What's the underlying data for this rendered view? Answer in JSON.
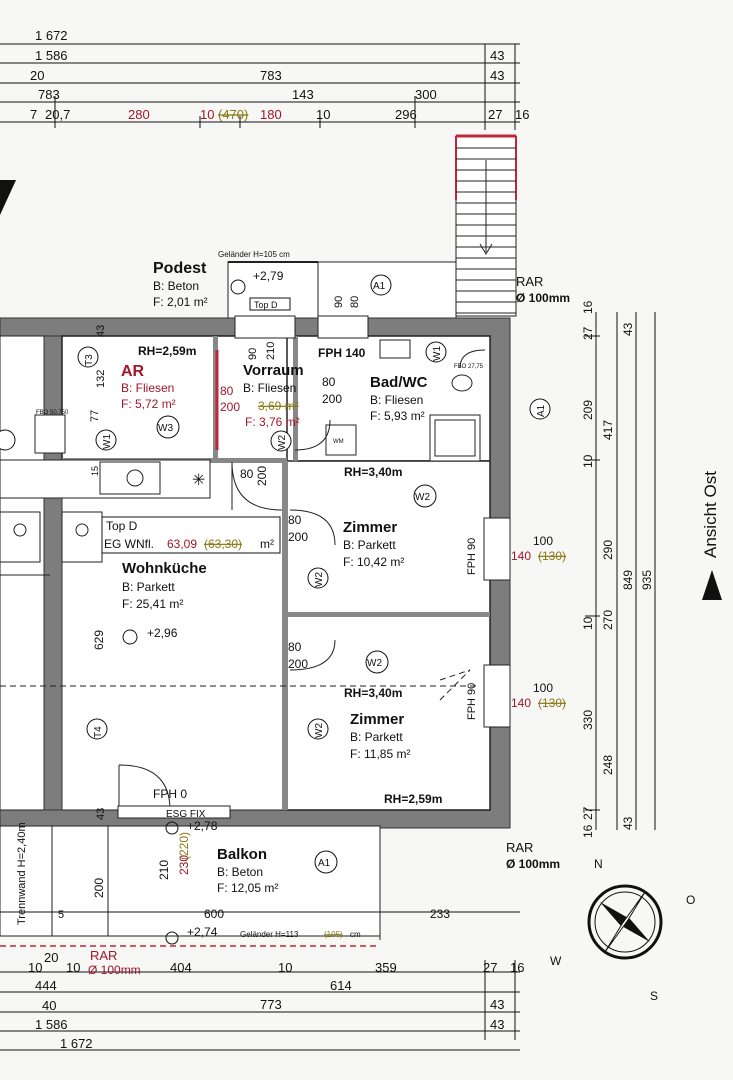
{
  "dims_top": [
    "1 672",
    "1 586",
    "43",
    "20",
    "783",
    "43",
    "783",
    "143",
    "300",
    "7",
    "20,7",
    "280",
    "10",
    "(470)",
    "180",
    "10",
    "296",
    "27",
    "16"
  ],
  "dims_bottom": [
    "20",
    "RAR",
    "Ø 100mm",
    "10",
    "10",
    "404",
    "10",
    "359",
    "27",
    "16",
    "444",
    "614",
    "40",
    "773",
    "43",
    "1 586",
    "43",
    "1 672"
  ],
  "dims_right": [
    "27",
    "16",
    "43",
    "209",
    "417",
    "10",
    "290",
    "849",
    "935",
    "10",
    "270",
    "330",
    "248",
    "16",
    "27",
    "43"
  ],
  "rooms": {
    "podest": {
      "name": "Podest",
      "material": "B: Beton",
      "area": "F: 2,01 m²",
      "level": "+2,79",
      "rail": "Geländer H=105 cm",
      "td": "Top D"
    },
    "ar": {
      "name": "AR",
      "material": "B: Fliesen",
      "area": "F: 5,72 m²",
      "rh": "RH=2,59m"
    },
    "vorraum": {
      "name": "Vorraum",
      "material": "B: Fliesen",
      "old": "200",
      "area_old": "3,69 m²",
      "area": "F: 3,76 m²",
      "d1": "80",
      "d2": "200"
    },
    "bad": {
      "name": "Bad/WC",
      "material": "B: Fliesen",
      "area": "F: 5,93 m²",
      "rh": "FPH 140",
      "fbo": "FBO 27,75",
      "d1": "80",
      "d2": "200"
    },
    "zimmer1": {
      "name": "Zimmer",
      "material": "B: Parkett",
      "area": "F: 10,42 m²",
      "rh": "RH=3,40m",
      "d1": "80",
      "d2": "200",
      "win": "100",
      "win_new": "140",
      "win_old": "(130)",
      "fph": "FPH 90"
    },
    "zimmer2": {
      "name": "Zimmer",
      "material": "B: Parkett",
      "area": "F: 11,85 m²",
      "rh": "RH=3,40m",
      "rh2": "RH=2,59m",
      "d1": "80",
      "d2": "200",
      "win": "100",
      "win_new": "140",
      "win_old": "(130)",
      "fph": "FPH 90"
    },
    "wohnkueche": {
      "name": "Wohnküche",
      "material": "B: Parkett",
      "area": "F: 25,41 m²",
      "level": "+2,96",
      "top": "Top D",
      "wnfl": "EG WNfl.",
      "wnfl_val": "63,09",
      "wnfl_old": "(63,30)",
      "wnfl_unit": "m²",
      "fph": "FPH 0",
      "d1": "80",
      "d2": "200",
      "h629": "629"
    },
    "balkon": {
      "name": "Balkon",
      "material": "B: Beton",
      "area": "F: 12,05 m²",
      "esg": "ESG FIX",
      "level": "+2,78",
      "level2": "+2,74",
      "rail": "Geländer H=113",
      "rail_old": "(105)",
      "rail_unit": "cm",
      "w": "600",
      "w2": "233",
      "h210": "210",
      "h230": "230",
      "h220": "(220)",
      "h200": "200"
    }
  },
  "labels": {
    "rar_top": "RAR",
    "rar_top_d": "Ø 100mm",
    "rar_right": "RAR",
    "rar_right_d": "Ø 100mm",
    "ansicht": "Ansicht Ost",
    "trennwand": "Trennwand H=2,40m",
    "w1": "W1",
    "w2": "W2",
    "w3": "W3",
    "t3": "T3",
    "t4": "T4",
    "a1": "A1",
    "wm": "WM",
    "n": "N",
    "s": "S",
    "o": "O",
    "w": "W",
    "fb": "FBO 50,750",
    "d77": "77",
    "d132": "132",
    "d43": "43",
    "d15": "15",
    "d90": "90",
    "d210": "210",
    "d80": "80",
    "d5": "5"
  }
}
